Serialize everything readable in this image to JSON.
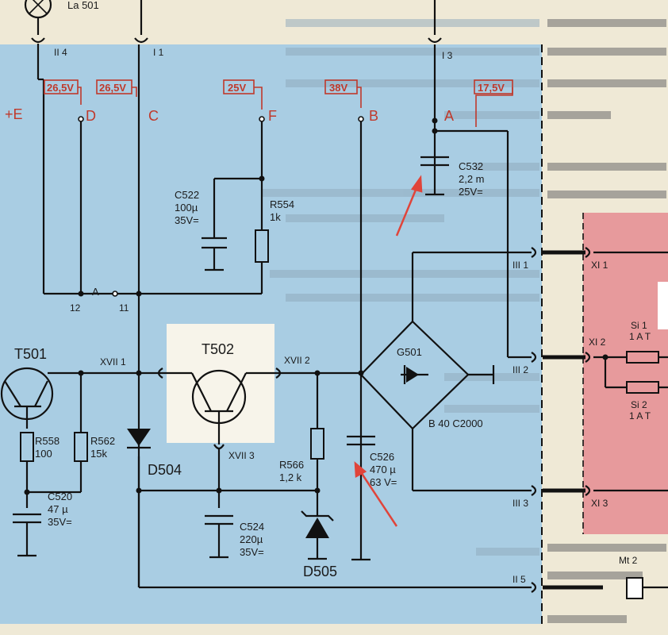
{
  "voltages": {
    "d": "26,5V",
    "c": "26,5V",
    "f": "25V",
    "b": "38V",
    "a": "17,5V"
  },
  "terminals": {
    "e": "+E",
    "d": "D",
    "c": "C",
    "f": "F",
    "b": "B",
    "a": "A"
  },
  "connectors": {
    "ii4": "II 4",
    "i1": "I 1",
    "i3": "I 3",
    "pin12": "12",
    "pin11": "11",
    "node_a": "A",
    "iii1": "III 1",
    "iii2": "III 2",
    "iii3": "III 3",
    "ii5": "II 5",
    "xvii1": "XVII 1",
    "xvii2": "XVII 2",
    "xvii3": "XVII 3",
    "xi1": "XI 1",
    "xi2": "XI 2",
    "xi3": "XI 3",
    "mt2": "Mt 2",
    "top_label": "La 501"
  },
  "components": {
    "c522": [
      "C522",
      "100µ",
      "35V="
    ],
    "r554": [
      "R554",
      "1k"
    ],
    "c532": [
      "C532",
      "2,2 m",
      "25V="
    ],
    "t501": "T501",
    "t502": "T502",
    "g501": "G501",
    "g501_type": "B 40 C2000",
    "r558": [
      "R558",
      "100"
    ],
    "r562": [
      "R562",
      "15k"
    ],
    "d504": "D504",
    "c520": [
      "C520",
      "47 µ",
      "35V="
    ],
    "c524": [
      "C524",
      "220µ",
      "35V="
    ],
    "r566": [
      "R566",
      "1,2 k"
    ],
    "d505": "D505",
    "c526": [
      "C526",
      "470 µ",
      "63 V="
    ],
    "si1": [
      "Si 1",
      "1 A T"
    ],
    "si2": [
      "Si 2",
      "1 A T"
    ]
  },
  "colors": {
    "board": "#a9cde3",
    "fuse_panel": "#e79a9c",
    "annotation": "#c0392b",
    "arrow": "#e0443a"
  }
}
